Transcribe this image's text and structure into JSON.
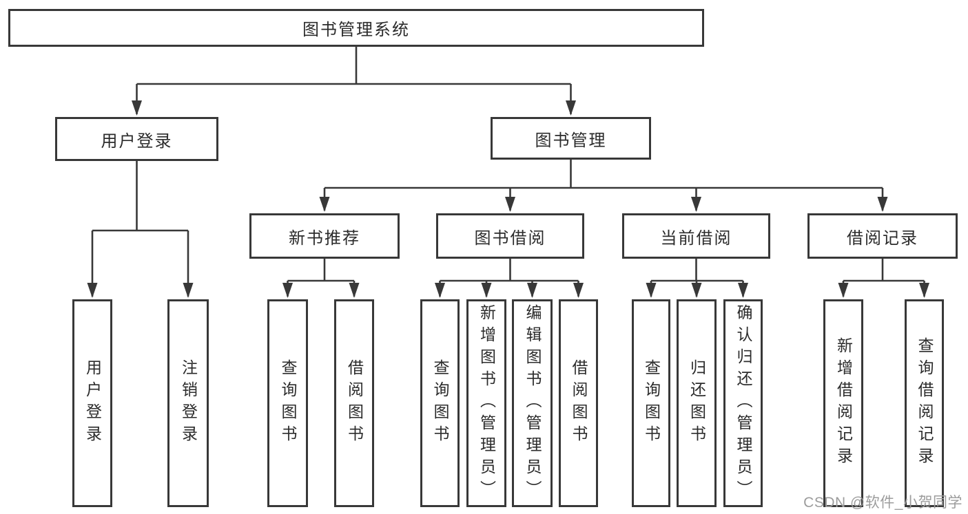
{
  "colors": {
    "line": "#383838",
    "box_border": "#383838",
    "text": "#2b2b2b",
    "background": "#ffffff",
    "watermark": "#9c9c9c"
  },
  "tree": {
    "root": {
      "label": "图书管理系统"
    },
    "branches": [
      {
        "label": "用户登录",
        "children": [
          {
            "label": "用户登录"
          },
          {
            "label": "注销登录"
          }
        ]
      },
      {
        "label": "图书管理",
        "children": [
          {
            "label": "新书推荐",
            "children": [
              {
                "label": "查询图书"
              },
              {
                "label": "借阅图书"
              }
            ]
          },
          {
            "label": "图书借阅",
            "children": [
              {
                "label": "查询图书"
              },
              {
                "label": "新增图书（管理员）"
              },
              {
                "label": "编辑图书（管理员）"
              },
              {
                "label": "借阅图书"
              }
            ]
          },
          {
            "label": "当前借阅",
            "children": [
              {
                "label": "查询图书"
              },
              {
                "label": "归还图书"
              },
              {
                "label": "确认归还（管理员）"
              }
            ]
          },
          {
            "label": "借阅记录",
            "children": [
              {
                "label": "新增借阅记录"
              },
              {
                "label": "查询借阅记录"
              }
            ]
          }
        ]
      }
    ]
  },
  "watermark": {
    "text": "CSDN @软件_小贺同学"
  }
}
